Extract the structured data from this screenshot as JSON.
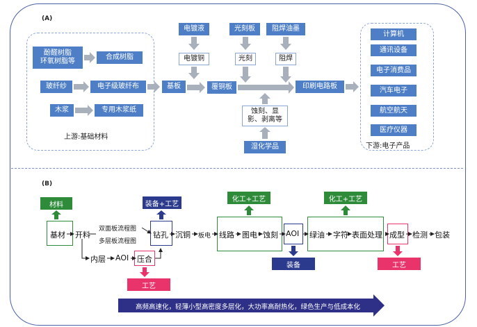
{
  "section_a": {
    "label": "(A)",
    "upstream": {
      "caption": "上游:基础材料",
      "resin_source": "酚醛树脂\n环氧树脂等",
      "resin_product": "合成树脂",
      "fiber_source": "玻纤纱",
      "fiber_product": "电子级玻纤布",
      "pulp_source": "木浆",
      "pulp_product": "专用木浆纸"
    },
    "midstream": {
      "substrate": "基板",
      "ccl": "覆铜板",
      "plating_solution": "电镀液",
      "plating_copper": "电镀铜",
      "lithography_plate": "光刻板",
      "lithography": "光刻",
      "solder_mask_ink": "阻焊油墨",
      "solder_mask": "阻焊",
      "etch_develop_strip": "蚀刻、显\n影、剥离等",
      "wet_chemicals": "湿化学品",
      "pcb": "印刷电路板"
    },
    "downstream": {
      "caption": "下游:电子产品",
      "items": [
        "计算机",
        "通讯设备",
        "电子消费品",
        "汽车电子",
        "航空航天",
        "医疗仪器"
      ]
    }
  },
  "section_b": {
    "label": "(B)",
    "material_tag": "材料",
    "equip_process_tag": "装备+工艺",
    "chem_process_tag_1": "化工+工艺",
    "chem_process_tag_2": "化工+工艺",
    "equipment_tag": "装备",
    "process_tag_1": "工艺",
    "process_tag_2": "工艺",
    "steps": {
      "base_material": "基材",
      "cutting": "开料",
      "double_sided_flow": "双面板流程图",
      "multilayer_flow": "多层板流程图",
      "inner_layer": "内层",
      "aoi_1": "AOI",
      "lamination": "压合",
      "drilling": "钻孔",
      "copper_deposition": "沉铜",
      "panel_plating": "板电",
      "circuit": "线路",
      "pattern_plating": "图电",
      "etching": "蚀刻",
      "aoi_2": "AOI",
      "solder_mask": "绿油",
      "legend": "字符",
      "surface_finish": "表面处理",
      "routing": "成型",
      "testing": "检测",
      "packaging": "包装"
    },
    "trend": "高频高速化，轻薄小型高密度多层化，大功率高耐热化，绿色生产与低成本化"
  },
  "colors": {
    "box_blue": "#4e7fc6",
    "tag_green": "#2e8b3a",
    "tag_navy": "#2b3a8c",
    "tag_pink": "#e8336b",
    "trend_arrow": "#2e2f86",
    "frame": "#4a5fa8"
  }
}
